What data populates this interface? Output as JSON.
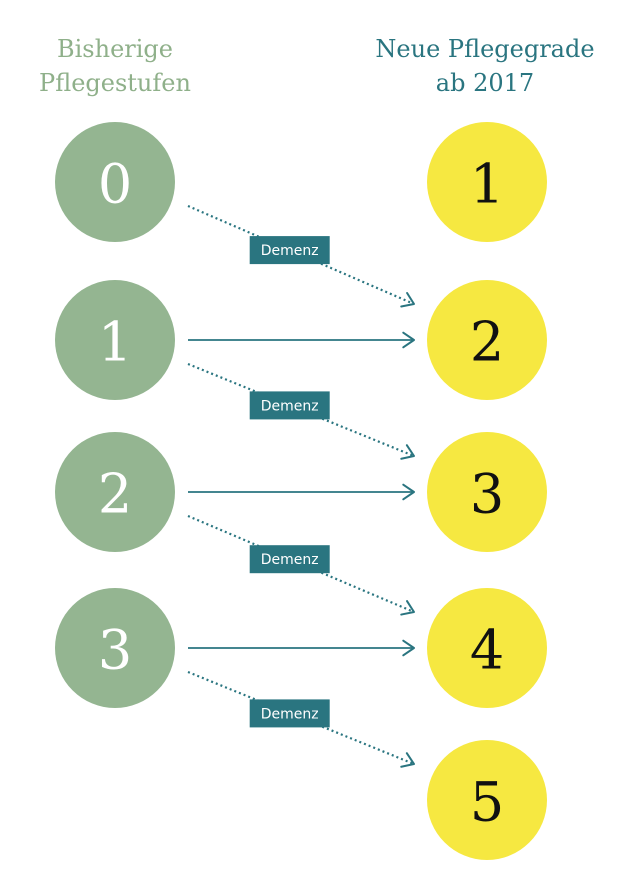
{
  "headers": {
    "left": [
      "Bisherige",
      "Pflegestufen"
    ],
    "right": [
      "Neue Pflegegrade",
      "ab 2017"
    ]
  },
  "old_levels": [
    "0",
    "1",
    "2",
    "3"
  ],
  "new_levels": [
    "1",
    "2",
    "3",
    "4",
    "5"
  ],
  "mappings": [
    {
      "from": "1",
      "to": "2",
      "style": "solid"
    },
    {
      "from": "2",
      "to": "3",
      "style": "solid"
    },
    {
      "from": "3",
      "to": "4",
      "style": "solid"
    },
    {
      "from": "0",
      "to": "2",
      "style": "dotted",
      "label": "Demenz"
    },
    {
      "from": "1",
      "to": "3",
      "style": "dotted",
      "label": "Demenz"
    },
    {
      "from": "2",
      "to": "4",
      "style": "dotted",
      "label": "Demenz"
    },
    {
      "from": "3",
      "to": "5",
      "style": "dotted",
      "label": "Demenz"
    }
  ],
  "colors": {
    "old_circle": "#94b591",
    "old_text": "#ffffff",
    "new_circle": "#f6e841",
    "new_text": "#111111",
    "arrow": "#2a7580",
    "badge": "#2a7580",
    "badge_text": "#ffffff",
    "header_left": "#8fb08a",
    "header_right": "#2a7580"
  }
}
